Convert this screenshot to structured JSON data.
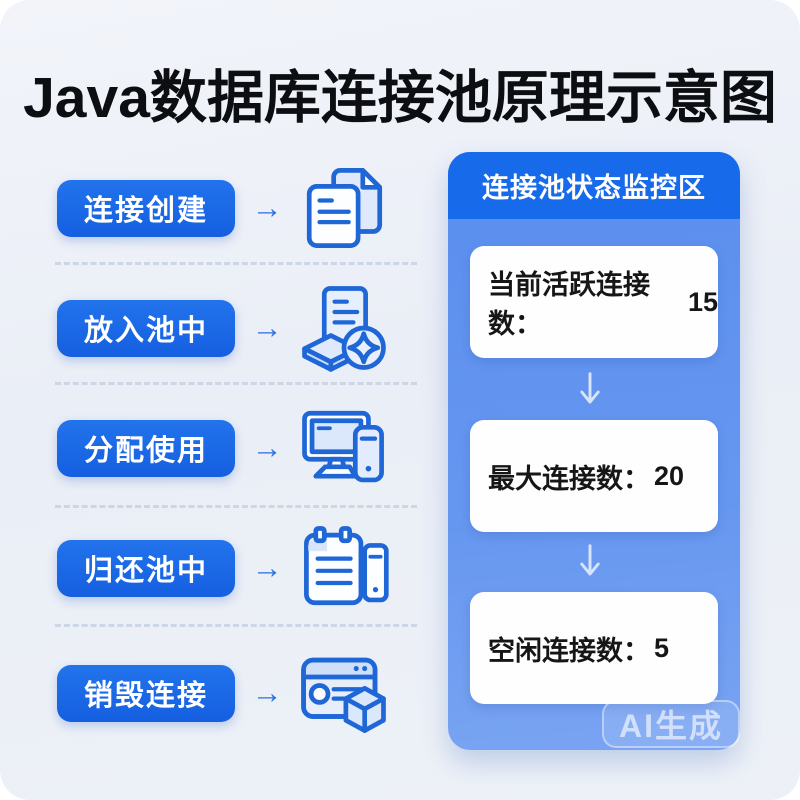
{
  "title": "Java数据库连接池原理示意图",
  "arrow_glyph": "→",
  "steps": [
    {
      "label": "连接创建",
      "icon": "documents-icon"
    },
    {
      "label": "放入池中",
      "icon": "pool-box-icon"
    },
    {
      "label": "分配使用",
      "icon": "computer-icon"
    },
    {
      "label": "归还池中",
      "icon": "clipboard-phone-icon"
    },
    {
      "label": "销毁连接",
      "icon": "browser-cube-icon"
    }
  ],
  "monitor_panel": {
    "title": "连接池状态监控区",
    "metrics": [
      {
        "label": "当前活跃连接数：",
        "value": "15"
      },
      {
        "label": "最大连接数：",
        "value": "20"
      },
      {
        "label": "空闲连接数：",
        "value": "5"
      }
    ]
  },
  "watermark": "AI生成",
  "colors": {
    "primary_blue": "#1a6ae8",
    "panel_body_blue": "#5b90ee",
    "icon_stroke_blue": "#1f66d6",
    "icon_fill_light": "#dbe7fb",
    "card_background": "#fefefe",
    "title_color": "#0c0e12",
    "background": "#edf1f7"
  }
}
